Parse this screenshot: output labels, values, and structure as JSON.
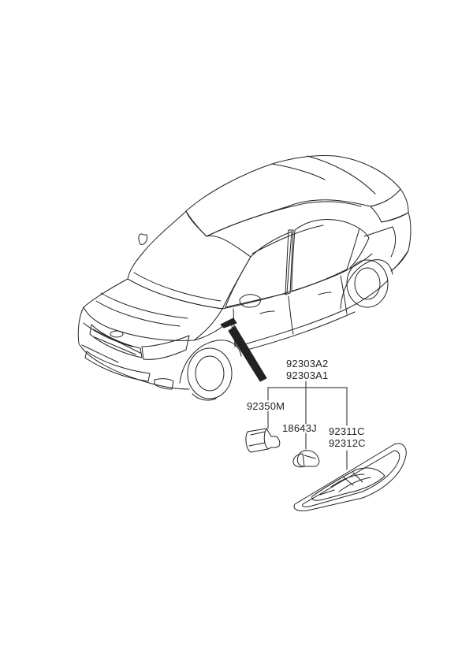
{
  "parts": {
    "assembly_a2": "92303A2",
    "assembly_a1": "92303A1",
    "socket": "92350M",
    "bulb": "18643J",
    "lamp_lh": "92311C",
    "lamp_rh": "92312C"
  },
  "colors": {
    "line": "#222222",
    "background": "#ffffff"
  }
}
